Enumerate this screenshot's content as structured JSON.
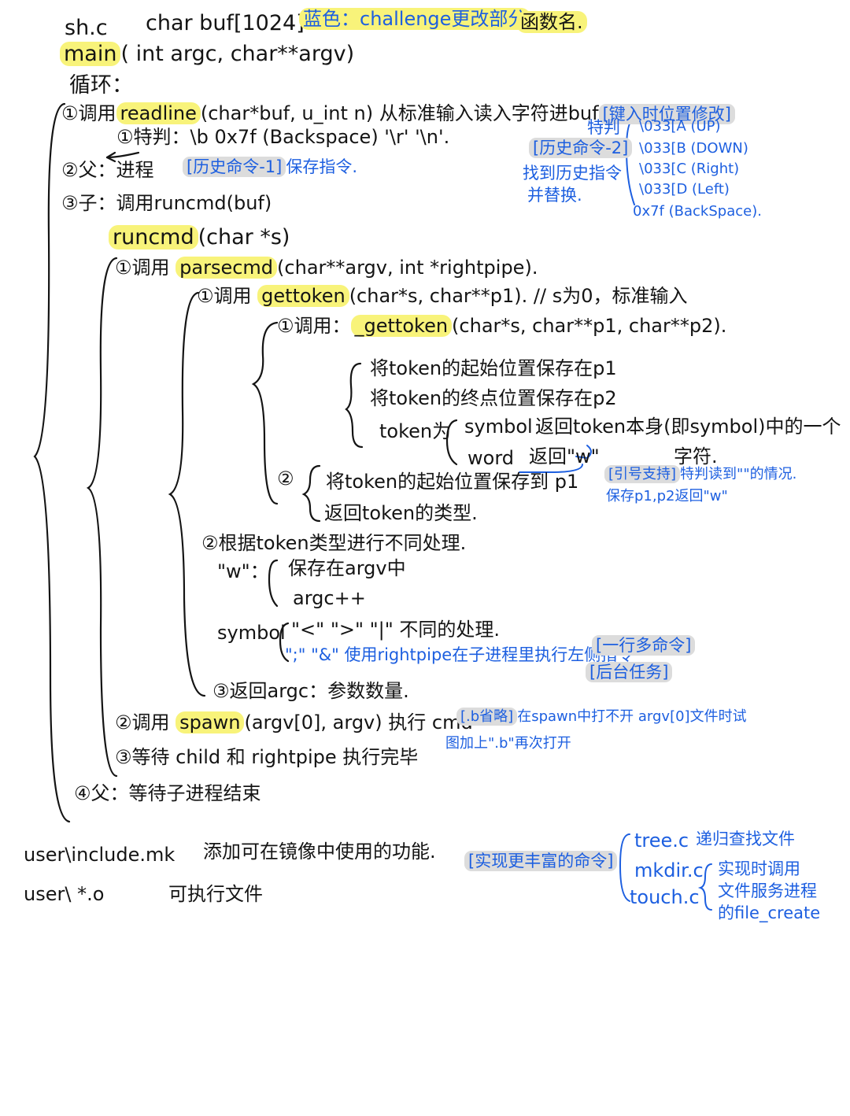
{
  "header": {
    "file": "sh.c",
    "buf_decl": "char buf[1024]",
    "legend": "蓝色：challenge更改部分",
    "func_name_legend": "函数名."
  },
  "main": {
    "name": "main",
    "sig": "( int argc, char**argv)",
    "loop": "循环：",
    "s1_prefix": "①调用",
    "s1_func": "readline",
    "s1_rest": "(char*buf, u_int n) 从标准输入读入字符进buf",
    "s1_note": "[键入时位置修改]",
    "s1_sub": "①特判：\\b  0x7f (Backspace) '\\r' '\\n'.",
    "s2_label": "②父：进程",
    "s2_note": "[历史命令-1]",
    "s2_note_rest": "保存指令.",
    "s3": "③子：调用runcmd(buf)",
    "s4": "④父：等待子进程结束"
  },
  "special": {
    "label": "特判",
    "items": [
      "\\033[A (UP)",
      "\\033[B (DOWN)",
      "\\033[C (Right)",
      "\\033[D (Left)",
      "0x7f (BackSpace)."
    ]
  },
  "history2": {
    "label": "[历史命令-2]",
    "line1": "找到历史指令",
    "line2": "并替换."
  },
  "runcmd": {
    "name": "runcmd",
    "sig": "(char *s)",
    "c1_prefix": "①调用",
    "c1_func": "parsecmd",
    "c1_rest": "(char**argv, int *rightpipe).",
    "g1_prefix": "①调用",
    "g1_func": "gettoken",
    "g1_rest": "(char*s, char**p1). // s为0，标准输入",
    "gg_prefix": "①调用：",
    "gg_func": "_gettoken",
    "gg_rest": "(char*s, char**p1, char**p2).",
    "tok1": "将token的起始位置保存在p1",
    "tok2": "将token的终点位置保存在p2",
    "tok3_a": "token为",
    "tok3_symbol": "symbol",
    "tok3_b": "返回token本身(即symbol)中的一个",
    "tok4_word": "word",
    "tok4_ret": "返回\"w\"",
    "tok4_c": "字符.",
    "quote_label": "[引号支持]",
    "quote_rest": "特判读到\"\"的情况.",
    "quote_line2": "保存p1,p2返回\"w\"",
    "gt2_a": "将token的起始位置保存到 p1",
    "gt2_b": "返回token的类型.",
    "type_title": "②根据token类型进行不同处理.",
    "w_label": "\"w\"：",
    "w1": "保存在argv中",
    "w2": "argc++",
    "sym_label": "symbol",
    "sym1": "\"<\" \">\" \"|\" 不同的处理.",
    "sym2": "\";\"  \"&\" 使用rightpipe在子进程里执行左侧指令",
    "multi": "[一行多命令]",
    "bg": "[后台任务]",
    "ret": "③返回argc：参数数量.",
    "c2_prefix": "②调用",
    "c2_func": "spawn",
    "c2_rest": "(argv[0], argv) 执行 cmd",
    "b_label": "[.b省略]",
    "b_rest": "在spawn中打不开 argv[0]文件时试",
    "b_line2": "图加上\".b\"再次打开",
    "c3": "③等待 child 和 rightpipe 执行完毕"
  },
  "footer": {
    "inc_path": "user\\include.mk",
    "inc_desc": "添加可在镜像中使用的功能.",
    "o_path": "user\\  *.o",
    "o_desc": "可执行文件",
    "richer": "[实现更丰富的命令]",
    "tree": "tree.c",
    "tree_desc": "递归查找文件",
    "mkdir": "mkdir.c",
    "touch": "touch.c",
    "impl1": "实现时调用",
    "impl2": "文件服务进程",
    "impl3": "的file_create"
  }
}
